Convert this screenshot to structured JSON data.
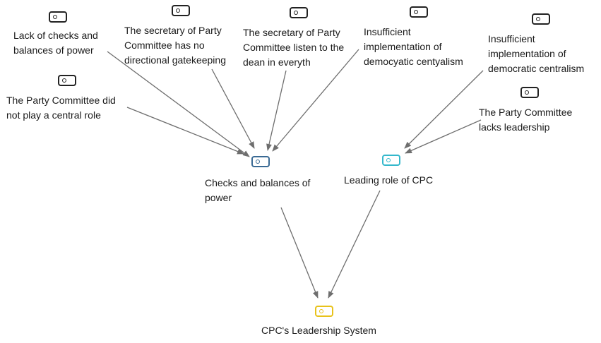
{
  "nodes": {
    "lack_checks": {
      "label": [
        "Lack of checks and",
        "balances of power"
      ],
      "color": "#222222"
    },
    "secretary_gatekeeping": {
      "label": [
        "The secretary of Party",
        "Committee has no",
        "directional gatekeeping"
      ],
      "color": "#222222"
    },
    "secretary_listen": {
      "label": [
        "The secretary of Party",
        "Committee listen to the",
        "dean in everyth"
      ],
      "color": "#222222"
    },
    "insufficient_centyalism": {
      "label": [
        "Insufficient",
        "implementation of",
        "democyatic centyalism"
      ],
      "color": "#222222"
    },
    "insufficient_centralism": {
      "label": [
        "Insufficient",
        "implementation of",
        "democratic centralism"
      ],
      "color": "#222222"
    },
    "pc_central_role": {
      "label": [
        "The Party Committee did",
        "not play a central role"
      ],
      "color": "#222222"
    },
    "pc_leadership": {
      "label": [
        "The Party Committee",
        "lacks leadership"
      ],
      "color": "#222222"
    },
    "checks_balances": {
      "label": [
        "Checks and balances of",
        "power"
      ],
      "color": "#3a6a94"
    },
    "leading_role": {
      "label": [
        "Leading role of CPC"
      ],
      "color": "#35b8cc"
    },
    "leadership_system": {
      "label": [
        "CPC's Leadership System"
      ],
      "color": "#e8c21a"
    }
  },
  "edges": [
    [
      "lack_checks",
      "checks_balances"
    ],
    [
      "secretary_gatekeeping",
      "checks_balances"
    ],
    [
      "secretary_listen",
      "checks_balances"
    ],
    [
      "insufficient_centyalism",
      "checks_balances"
    ],
    [
      "pc_central_role",
      "checks_balances"
    ],
    [
      "insufficient_centralism",
      "leading_role"
    ],
    [
      "pc_leadership",
      "leading_role"
    ],
    [
      "checks_balances",
      "leadership_system"
    ],
    [
      "leading_role",
      "leadership_system"
    ]
  ]
}
